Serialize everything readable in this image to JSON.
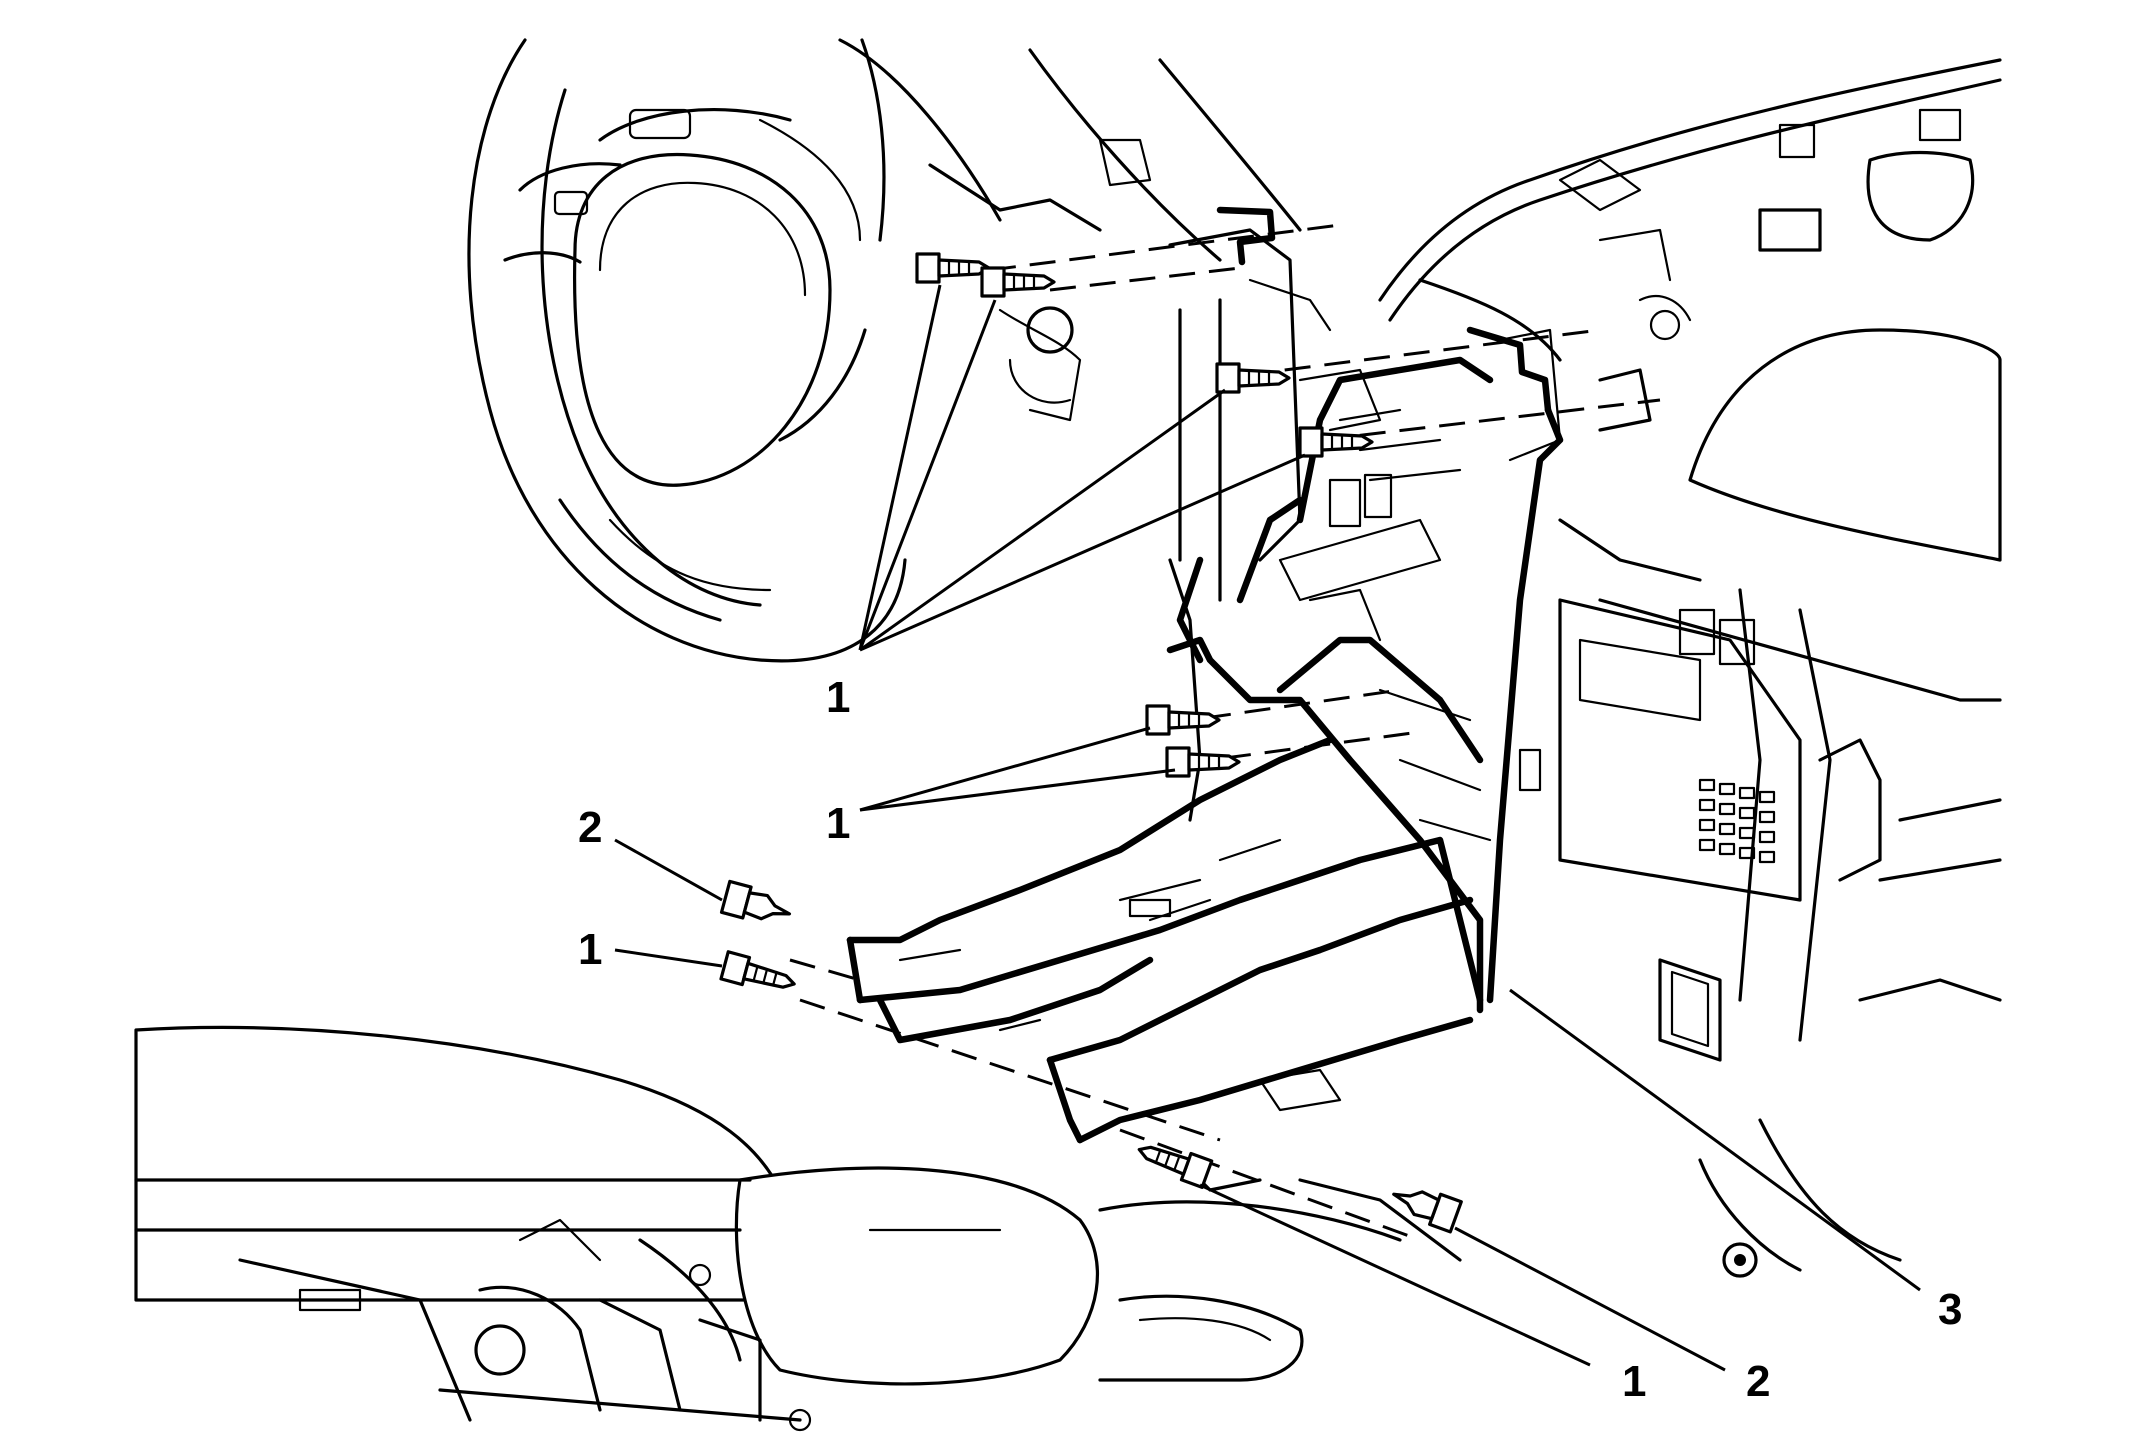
{
  "callouts": {
    "c1_upper": "1",
    "c1_mid": "1",
    "c2_left": "2",
    "c1_left": "1",
    "c1_bottom": "1",
    "c2_bottom": "2",
    "c3_bottom": "3"
  }
}
